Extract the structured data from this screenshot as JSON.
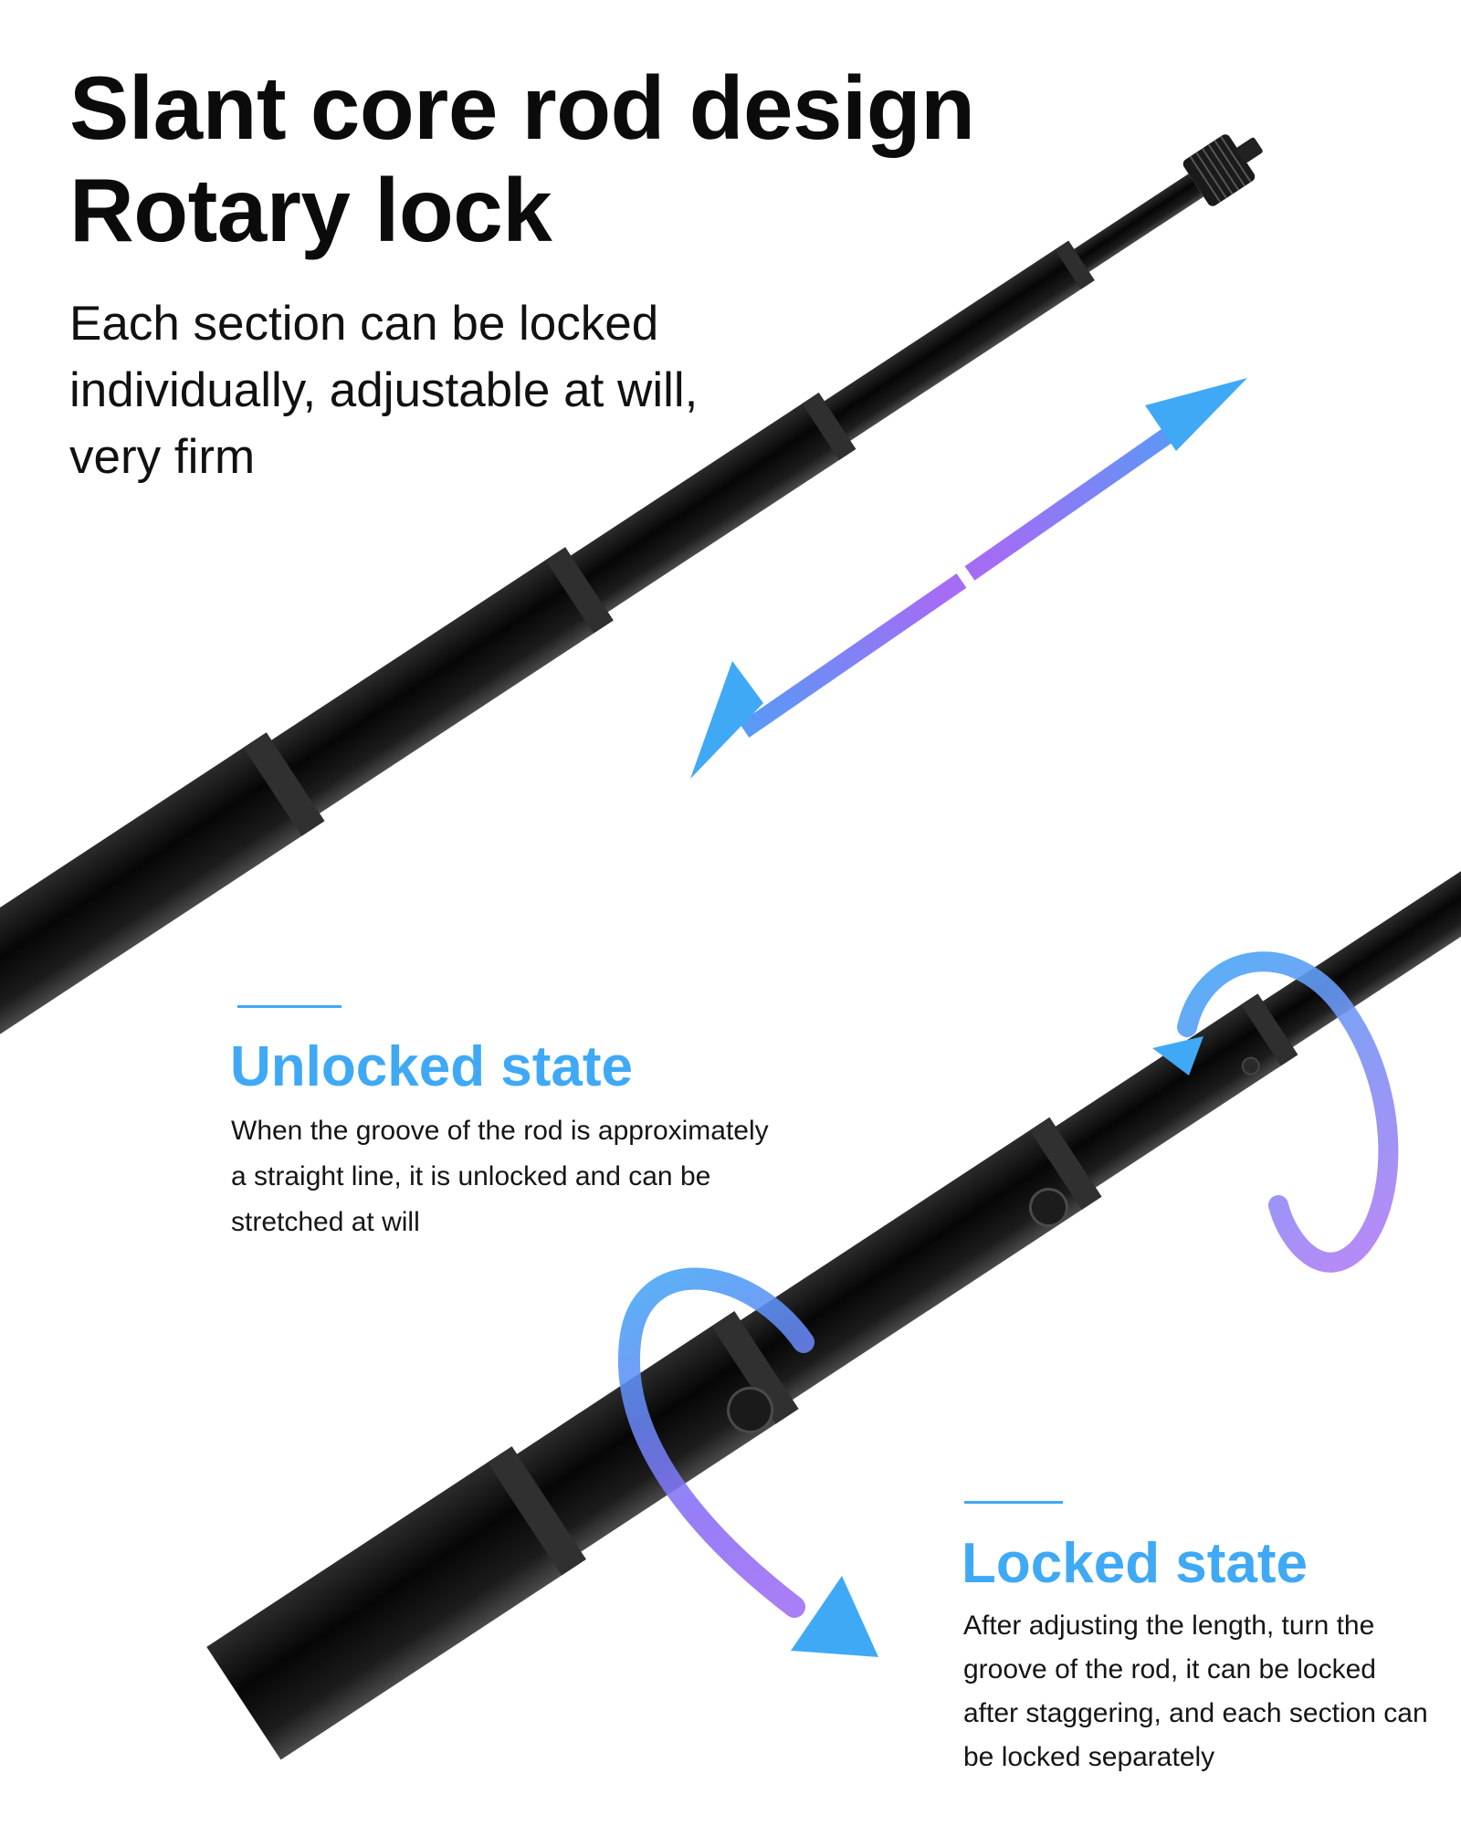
{
  "headline": {
    "line1": "Slant core rod design",
    "line2": "Rotary lock"
  },
  "subhead": "Each section can be locked individually, adjustable at will, very firm",
  "unlocked": {
    "title": "Unlocked state",
    "description": "When the groove of the rod is approximately a straight line, it is unlocked and can be stretched at will"
  },
  "locked": {
    "title": "Locked state",
    "description": "After adjusting the length, turn the groove of the rod, it can be locked after staggering, and each section can be locked separately"
  },
  "colors": {
    "accent_blue": "#3fa9f5",
    "accent_purple": "#9b6cf6",
    "rod_black": "#111111",
    "text_dark": "#0b0b0b"
  },
  "icons": {
    "double_arrow": "telescoping-arrow-icon",
    "rotation_small": "rotation-arrow-icon",
    "rotation_large": "rotation-arrow-icon"
  }
}
